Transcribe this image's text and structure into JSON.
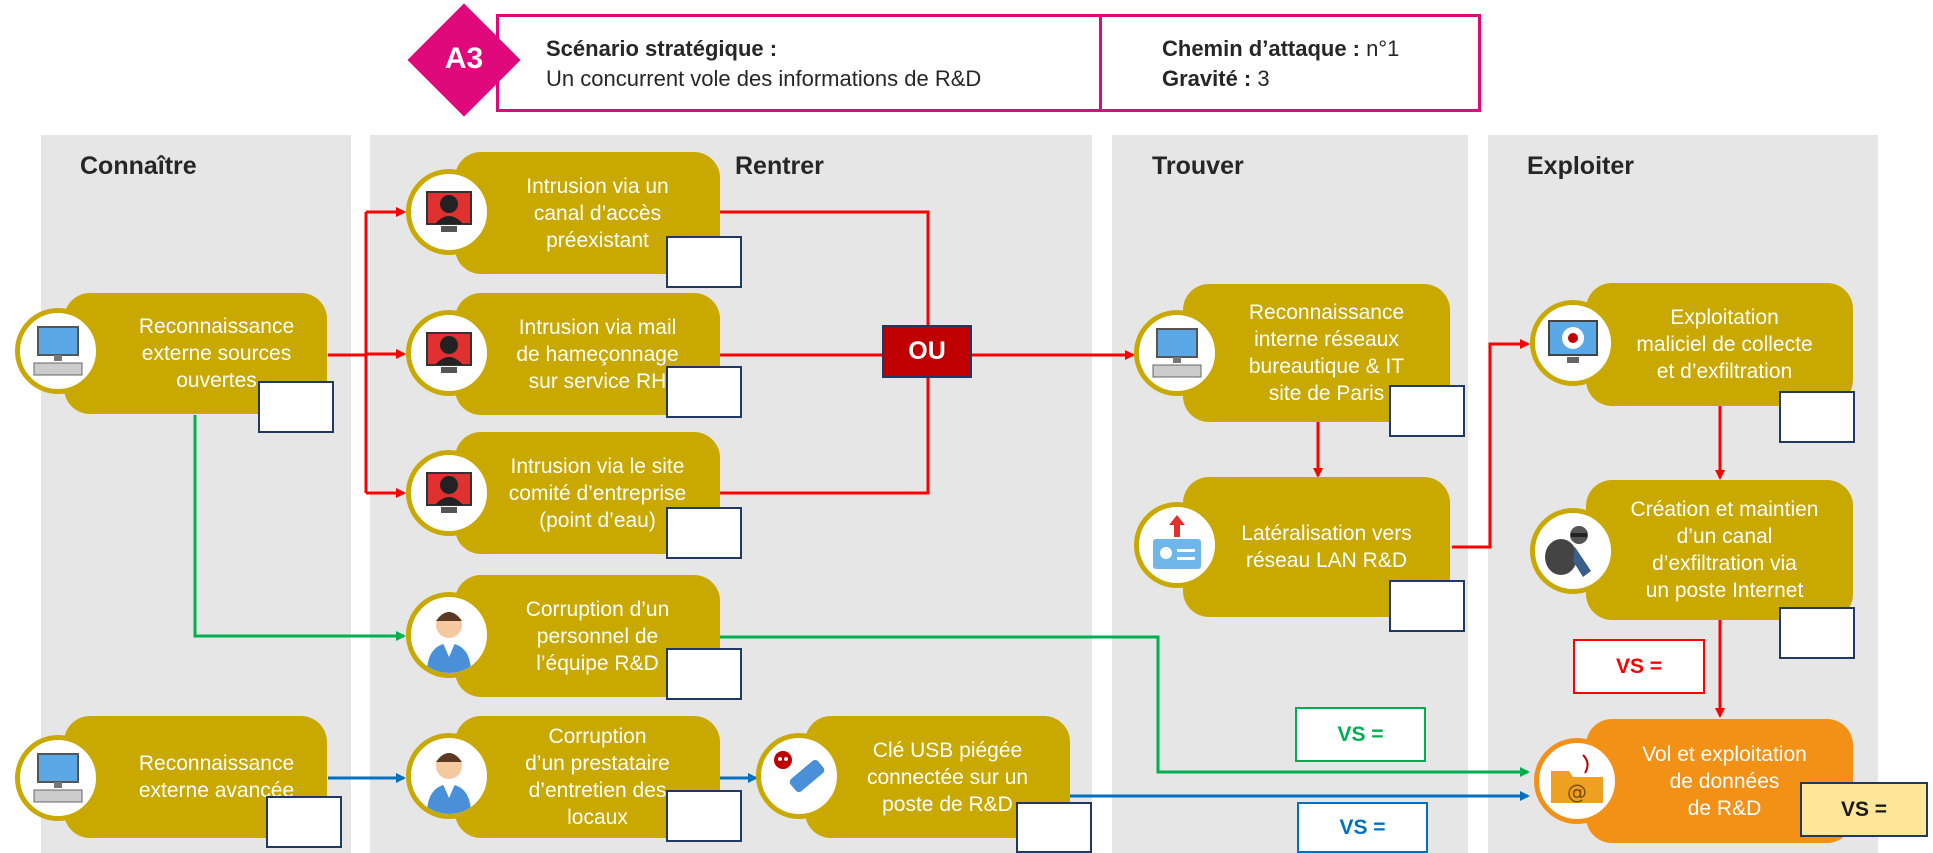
{
  "header": {
    "badge": "A3",
    "scenario_label": "Scénario stratégique :",
    "scenario_text": "Un concurrent vole des informations de R&D",
    "path_label": "Chemin d’attaque :",
    "path_value": "n°1",
    "severity_label": "Gravité :",
    "severity_value": "3"
  },
  "columns": {
    "connaitre": "Connaître",
    "rentrer": "Rentrer",
    "trouver": "Trouver",
    "exploiter": "Exploiter"
  },
  "nodes": {
    "reco_ext_open": [
      "Reconnaissance",
      "externe sources",
      "ouvertes"
    ],
    "reco_ext_adv": [
      "Reconnaissance",
      "externe avancée"
    ],
    "intrusion_channel": [
      "Intrusion via un",
      "canal d’accès",
      "préexistant"
    ],
    "intrusion_mail": [
      "Intrusion via mail",
      "de hameçonnage",
      "sur service RH"
    ],
    "intrusion_site": [
      "Intrusion via le site",
      "comité d’entreprise",
      "(point d’eau)"
    ],
    "corruption_staff": [
      "Corruption d’un",
      "personnel de",
      "l’équipe R&D"
    ],
    "corruption_provider": [
      "Corruption",
      "d’un prestataire",
      "d’entretien des",
      "locaux"
    ],
    "usb_key": [
      "Clé USB piégée",
      "connectée sur un",
      "poste de R&D"
    ],
    "reco_internal": [
      "Reconnaissance",
      "interne réseaux",
      "bureautique & IT",
      "site de Paris"
    ],
    "lateralisation": [
      "Latéralisation vers",
      "réseau LAN R&D"
    ],
    "malware": [
      "Exploitation",
      "maliciel de collecte",
      "et d’exfiltration"
    ],
    "exfil_channel": [
      "Création et maintien",
      "d’un canal",
      "d’exfiltration via",
      "un poste Internet"
    ],
    "data_theft": [
      "Vol et exploitation",
      "de données",
      "de R&D"
    ]
  },
  "operator": "OU",
  "vs_labels": {
    "red": "VS =",
    "green": "VS =",
    "blue": "VS =",
    "final": "VS ="
  },
  "icons": {
    "reco_ext_open": "computer-icon",
    "reco_ext_adv": "computer-icon",
    "intrusion_channel": "hacker-icon",
    "intrusion_mail": "hacker-icon",
    "intrusion_site": "hacker-icon",
    "corruption_staff": "person-icon",
    "corruption_provider": "person-icon",
    "usb_key": "usb-skull-icon",
    "reco_internal": "computer-icon",
    "lateralisation": "badge-icon",
    "malware": "bug-monitor-icon",
    "exfil_channel": "thief-icon",
    "data_theft": "email-folder-icon"
  },
  "colors": {
    "gold": "#c9a800",
    "orange": "#f39016",
    "magenta": "#e0097c",
    "red": "#ff0000",
    "green": "#00b050",
    "blue": "#0070c0",
    "navy": "#1f3864",
    "column_bg": "#e6e6e6"
  }
}
